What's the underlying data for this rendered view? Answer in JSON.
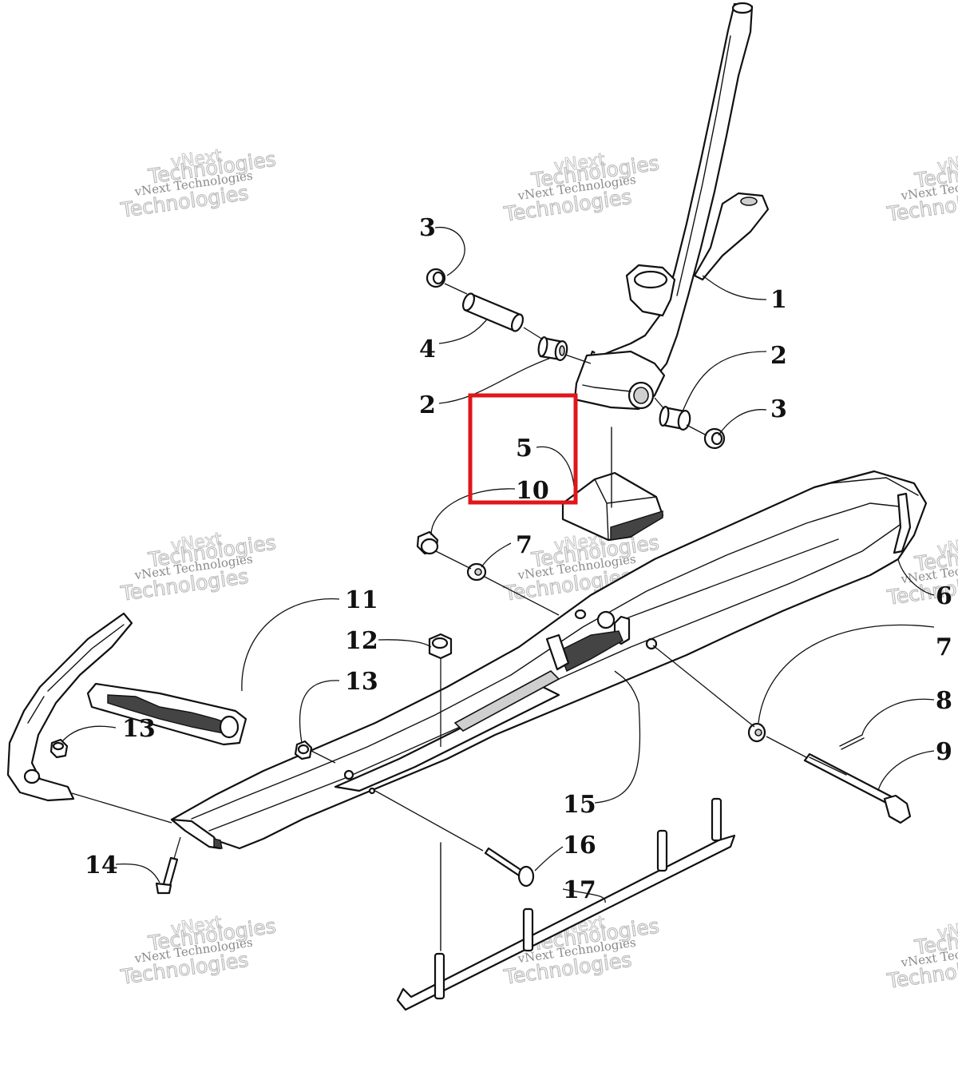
{
  "watermark": {
    "line1": "vNext",
    "line2": "vNext Technologies",
    "line3": "Technologies",
    "line4": "Technologies"
  },
  "callouts": [
    {
      "id": "c1",
      "label": "1"
    },
    {
      "id": "c2a",
      "label": "2"
    },
    {
      "id": "c2b",
      "label": "2"
    },
    {
      "id": "c3a",
      "label": "3"
    },
    {
      "id": "c3b",
      "label": "3"
    },
    {
      "id": "c4",
      "label": "4"
    },
    {
      "id": "c5",
      "label": "5"
    },
    {
      "id": "c6",
      "label": "6"
    },
    {
      "id": "c7a",
      "label": "7"
    },
    {
      "id": "c7b",
      "label": "7"
    },
    {
      "id": "c8",
      "label": "8"
    },
    {
      "id": "c9",
      "label": "9"
    },
    {
      "id": "c10",
      "label": "10"
    },
    {
      "id": "c11",
      "label": "11"
    },
    {
      "id": "c12",
      "label": "12"
    },
    {
      "id": "c13a",
      "label": "13"
    },
    {
      "id": "c13b",
      "label": "13"
    },
    {
      "id": "c14",
      "label": "14"
    },
    {
      "id": "c15",
      "label": "15"
    },
    {
      "id": "c16",
      "label": "16"
    },
    {
      "id": "c17",
      "label": "17"
    }
  ],
  "highlight": {
    "target": "5",
    "color": "#e0161b"
  }
}
